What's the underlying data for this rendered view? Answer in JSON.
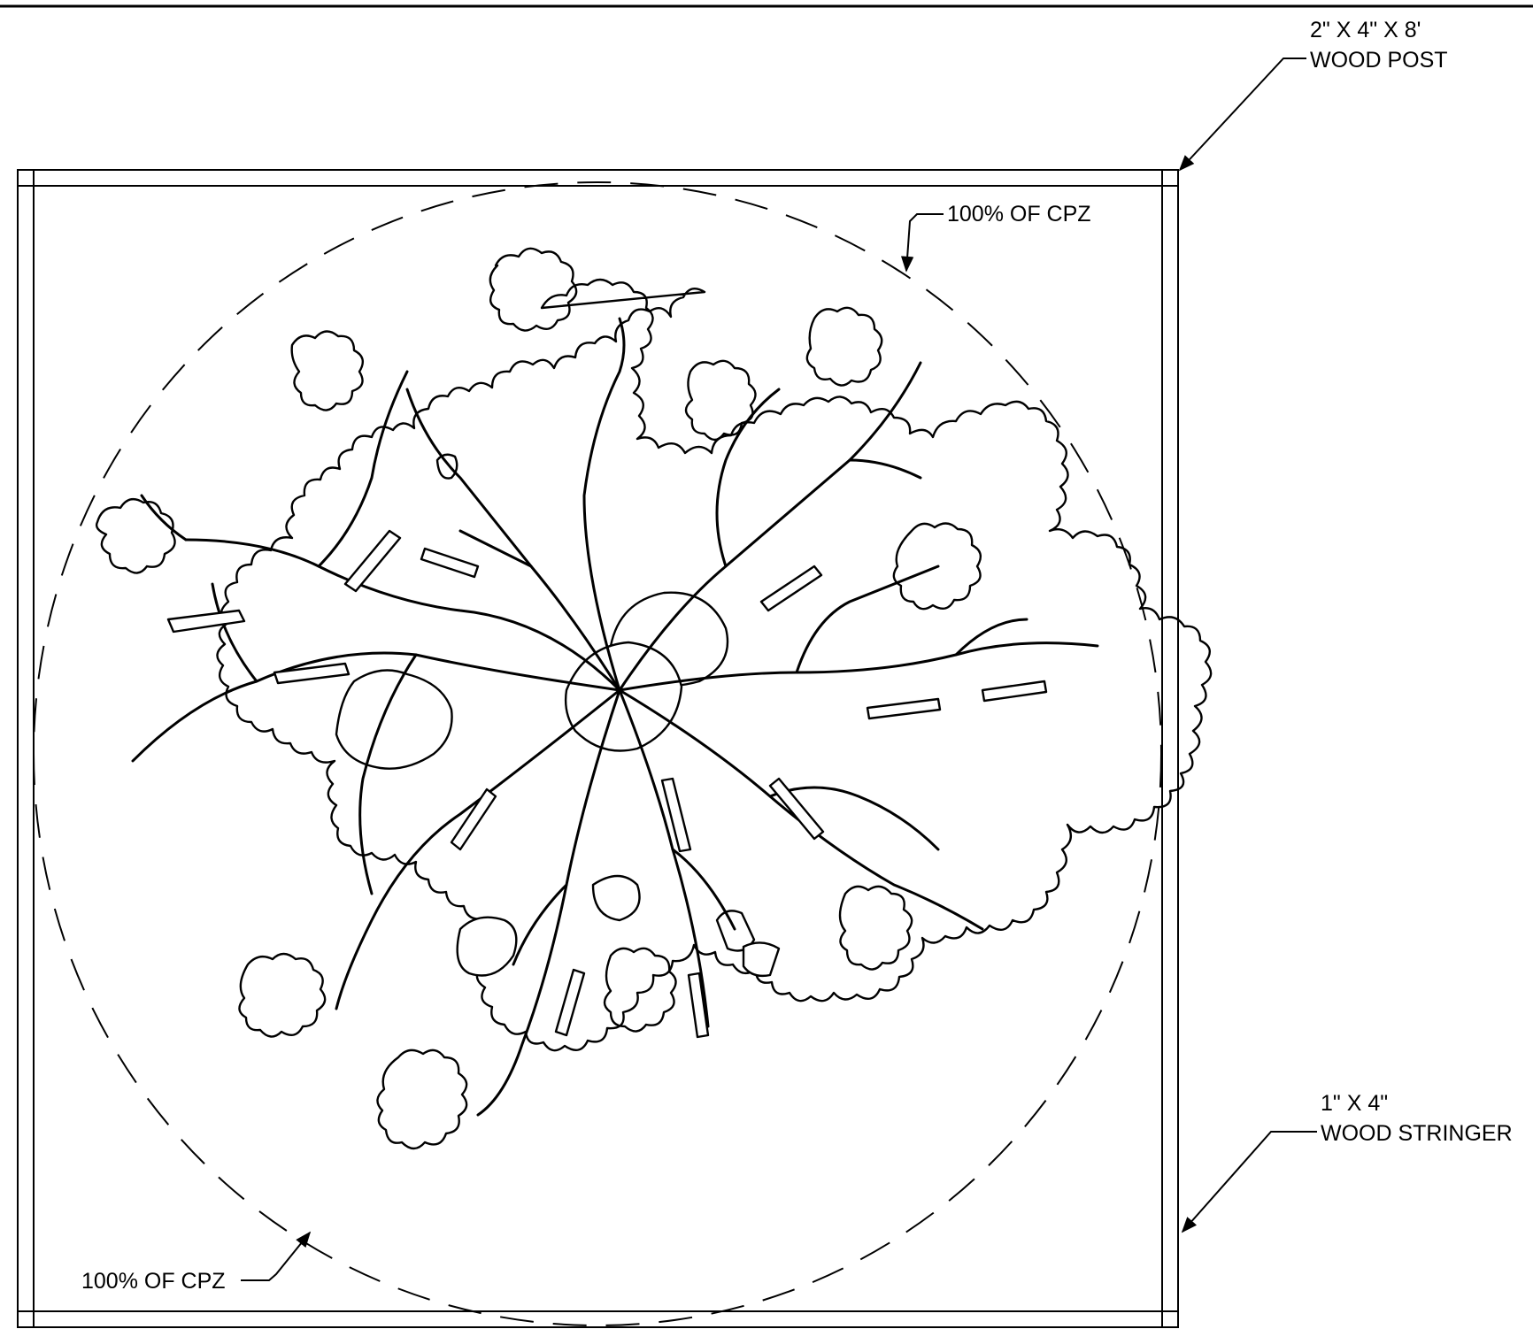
{
  "labels": {
    "post": {
      "line1": "2\" X 4\" X 8'",
      "line2": "WOOD POST"
    },
    "stringer": {
      "line1": "1\" X 4\"",
      "line2": "WOOD STRINGER"
    },
    "cpz_top": "100% OF CPZ",
    "cpz_bottom": "100% OF CPZ"
  },
  "icons": {
    "tree": "tree-canopy-plan-icon",
    "arrow": "leader-arrow-icon"
  },
  "colors": {
    "line": "#000000",
    "background": "#ffffff"
  }
}
